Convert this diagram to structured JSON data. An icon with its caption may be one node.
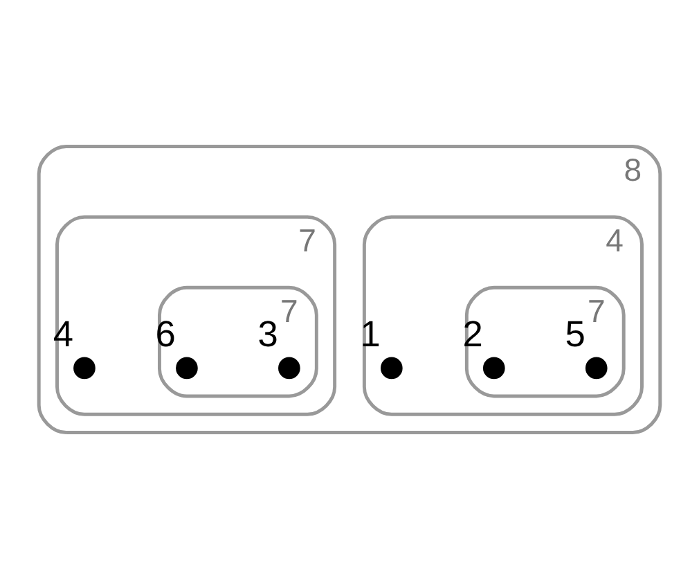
{
  "diagram": {
    "nodes": [
      {
        "text": [
          "8"
        ]
      },
      {
        "text": [
          "4"
        ],
        "in": 0
      },
      {
        "text": [
          "1"
        ],
        "in": 1
      },
      {
        "text": [
          "7"
        ],
        "in": 1
      },
      {
        "text": [
          "5"
        ],
        "in": 3
      },
      {
        "text": [
          "2"
        ],
        "in": 3
      },
      {
        "text": [
          "7"
        ],
        "in": 0
      },
      {
        "text": [
          "7"
        ],
        "in": 6
      },
      {
        "text": [
          "3"
        ],
        "in": 7
      },
      {
        "text": [
          "6"
        ],
        "in": 7
      },
      {
        "text": [
          "4"
        ],
        "in": 6
      }
    ]
  }
}
